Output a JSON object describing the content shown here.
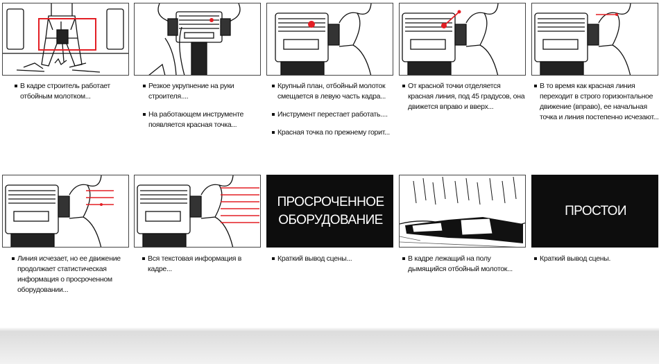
{
  "storyboard": {
    "frames": [
      {
        "caption": [
          "В кадре строитель работает отбойным молотком..."
        ]
      },
      {
        "caption": [
          "Резкое укрупнение на руки строителя....",
          "На работающем инструменте появляется красная точка..."
        ]
      },
      {
        "caption": [
          "Крупный план,  отбойный молоток смещается в левую часть кадра...",
          "Инструмент перестает работать....",
          "Красная точка по прежнему горит..."
        ]
      },
      {
        "caption": [
          "От красной точки отделяется красная линия, под 45 градусов, она движется вправо и вверх..."
        ]
      },
      {
        "caption": [
          "В то время как красная линия переходит в строго горизонтальное движение (вправо), ее начальная точка и линия постепенно исчезают..."
        ]
      },
      {
        "caption": [
          "Линия исчезает, но ее движение продолжает статистическая информация о просроченном оборудовании..."
        ]
      },
      {
        "caption": [
          "Вся текстовая информация в кадре..."
        ]
      },
      {
        "slide_text": "ПРОСРОЧЕННОЕ ОБОРУДОВАНИЕ",
        "caption": [
          "Краткий вывод сцены..."
        ]
      },
      {
        "caption": [
          "В кадре лежащий на полу дымящийся отбойный молоток..."
        ]
      },
      {
        "slide_text": "ПРОСТОИ",
        "caption": [
          "Краткий вывод сцены."
        ]
      }
    ]
  },
  "colors": {
    "accent": "#e31e24",
    "ink": "#111111",
    "slide_bg": "#0d0d0d"
  }
}
